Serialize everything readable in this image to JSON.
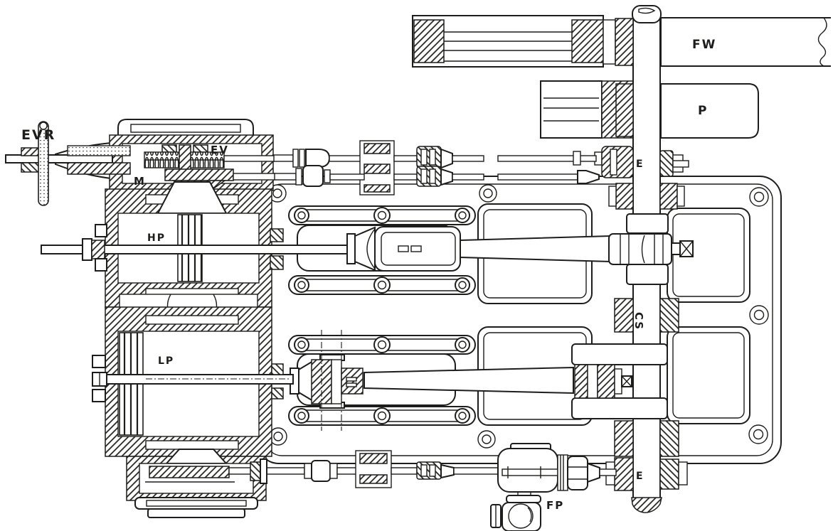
{
  "figure": {
    "ink_color": "#1d1d1b",
    "paper_color": "#ffffff",
    "labels": {
      "evr": "EVR",
      "ev": "EV",
      "m": "M",
      "hp": "HP",
      "lp": "LP",
      "fw": "FW",
      "p": "P",
      "e_top": "E",
      "cs": "CS",
      "e_bottom": "E",
      "fp": "FP"
    }
  }
}
